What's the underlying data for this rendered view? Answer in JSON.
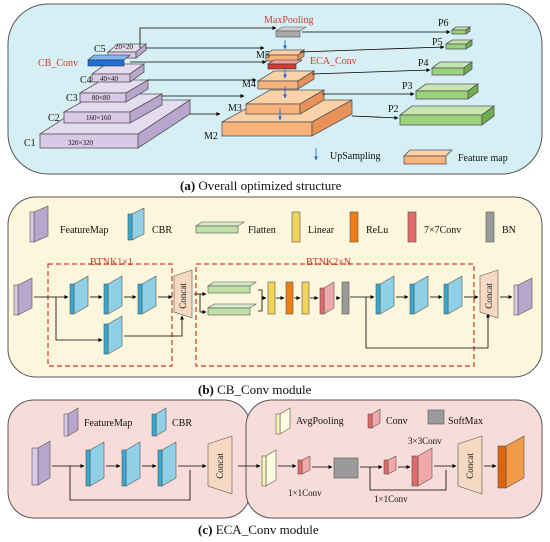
{
  "colors": {
    "teal_bg": "#d6eff5",
    "yellow_bg": "#fbf6dc",
    "pink_bg": "#f7dcda",
    "orange": "#f9b27a",
    "green": "#9bd27e",
    "purple": "#d9c8e6",
    "cbr": "#35a9d3",
    "red_accent": "#d23b2e"
  },
  "panel_a": {
    "caption_letter": "(a)",
    "caption_text": "Overall optimized structure",
    "c_labels": [
      "C1",
      "C2",
      "C3",
      "C4",
      "C5"
    ],
    "c_dims": [
      "320×320",
      "160×160",
      "80×80",
      "40×40",
      "20×20"
    ],
    "m_labels": [
      "M2",
      "M3",
      "M4",
      "M5"
    ],
    "p_labels": [
      "P2",
      "P3",
      "P4",
      "P5",
      "P6"
    ],
    "maxpooling": "MaxPooling",
    "eca_conv": "ECA_Conv",
    "cb_conv": "CB_Conv",
    "legend_upsampling": "UpSampling",
    "legend_feature_map": "Feature map"
  },
  "panel_b": {
    "caption_letter": "(b)",
    "caption_text": "CB_Conv module",
    "legend": {
      "featuremap": "FeatureMap",
      "cbr": "CBR",
      "flatten": "Flatten",
      "linear": "Linear",
      "relu": "ReLu",
      "conv7": "7×7Conv",
      "bn": "BN"
    },
    "btnk1": "BTNK1×1",
    "btnk2": "BTNK2×N",
    "concat": "Concat"
  },
  "panel_c": {
    "caption_letter": "(c)",
    "caption_text": "ECA_Conv module",
    "legend": {
      "featuremap": "FeatureMap",
      "cbr": "CBR",
      "avgpooling": "AvgPooling",
      "conv": "Conv",
      "softmax": "SoftMax"
    },
    "conv1_a": "1×1Conv",
    "conv1_b": "1×1Conv",
    "conv3": "3×3Conv",
    "concat": "Concat"
  }
}
